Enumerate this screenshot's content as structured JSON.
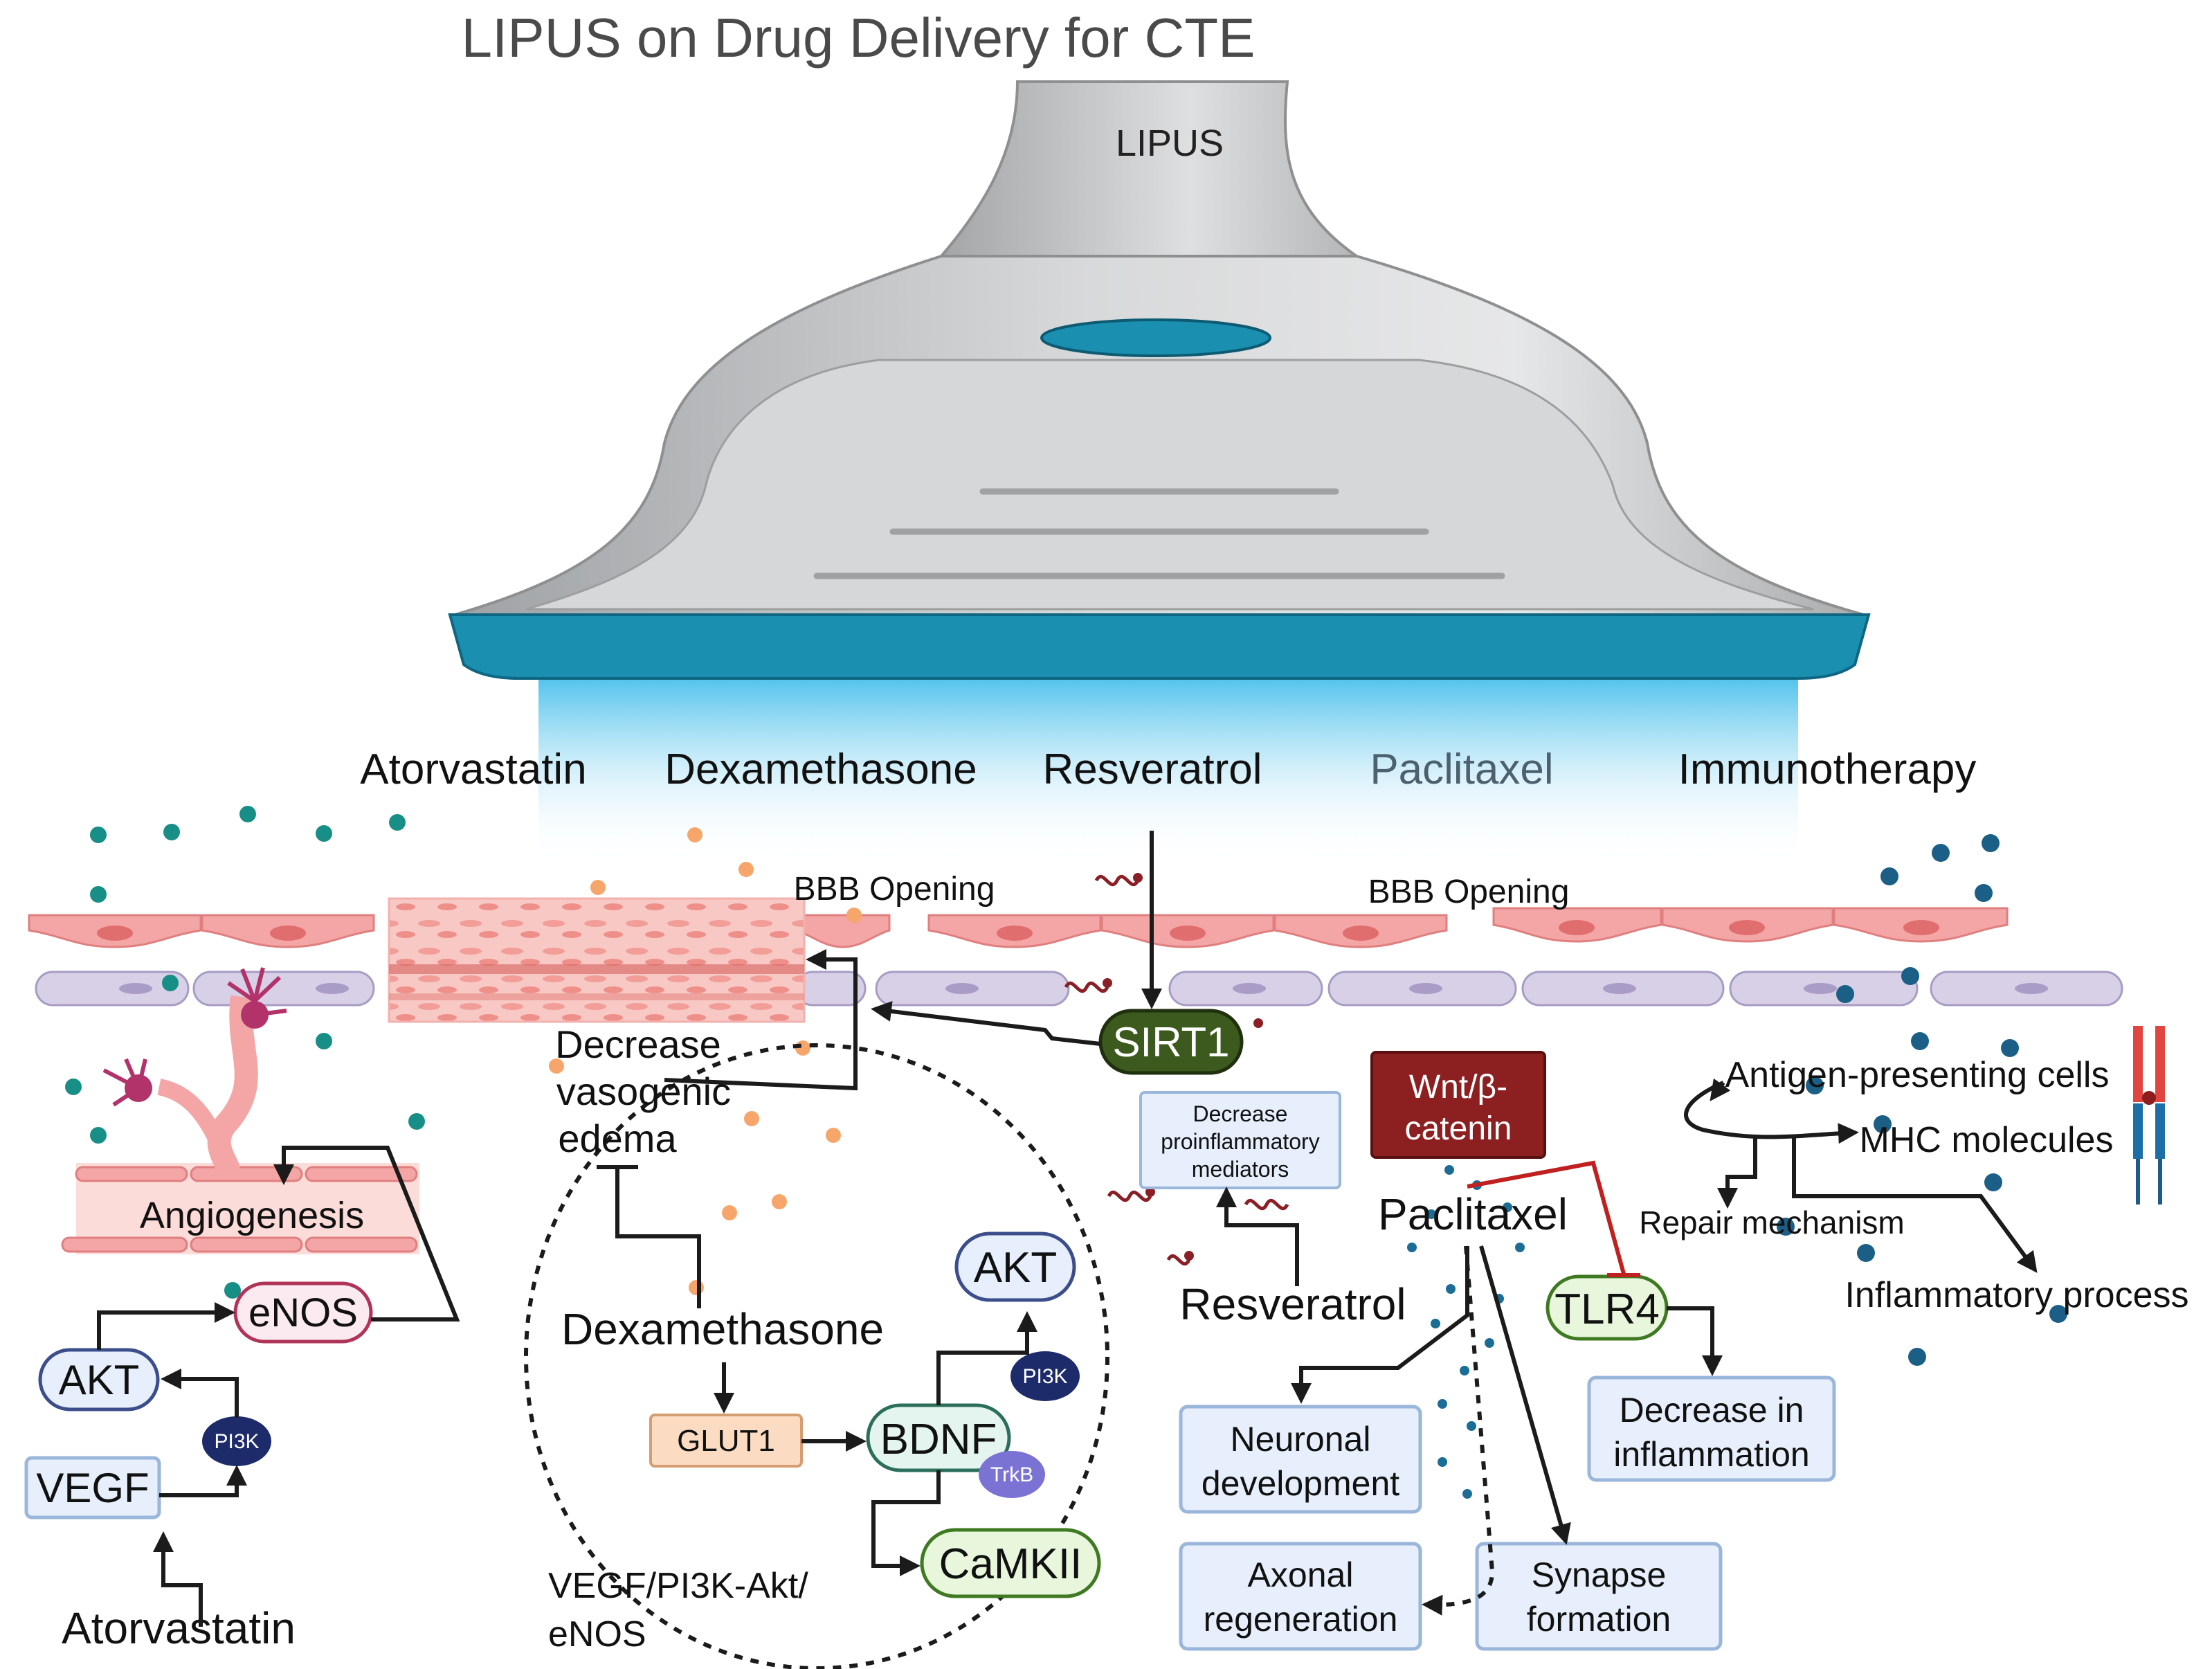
{
  "title": "LIPUS on Drug Delivery for CTE",
  "device": {
    "label": "LIPUS"
  },
  "drugs": {
    "atorvastatin": "Atorvastatin",
    "dexamethasone": "Dexamethasone",
    "resveratrol": "Resveratrol",
    "paclitaxel": "Paclitaxel",
    "immunotherapy": "Immunotherapy"
  },
  "bbb": {
    "left": "BBB Opening",
    "right": "BBB Opening"
  },
  "atorvastatin_path": {
    "angiogenesis": "Angiogenesis",
    "enos": "eNOS",
    "akt": "AKT",
    "pi3k": "PI3K",
    "vegf": "VEGF",
    "source": "Atorvastatin"
  },
  "dexamethasone_path": {
    "edema_1": "Decrease",
    "edema_2": "vasogenic",
    "edema_3": "edema",
    "drug": "Dexamethasone",
    "akt": "AKT",
    "pi3k": "PI3K",
    "glut1": "GLUT1",
    "bdnf": "BDNF",
    "trkb": "TrkB",
    "camkii": "CaMKII",
    "pathway_1": "VEGF/PI3K-Akt/",
    "pathway_2": "eNOS"
  },
  "resveratrol_path": {
    "sirt1": "SIRT1",
    "mediators_1": "Decrease",
    "mediators_2": "proinflammatory",
    "mediators_3": "mediators",
    "source": "Resveratrol"
  },
  "paclitaxel_path": {
    "wnt_1": "Wnt/β-",
    "wnt_2": "catenin",
    "drug": "Paclitaxel",
    "tlr4": "TLR4",
    "dec_infl_1": "Decrease in",
    "dec_infl_2": "inflammation",
    "neuronal_1": "Neuronal",
    "neuronal_2": "development",
    "axonal_1": "Axonal",
    "axonal_2": "regeneration",
    "synapse_1": "Synapse",
    "synapse_2": "formation"
  },
  "immuno_path": {
    "apc": "Antigen-presenting cells",
    "mhc": "MHC molecules",
    "repair": "Repair mechanism",
    "inflammatory": "Inflammatory process"
  },
  "colors": {
    "probe_body": "#c9cacb",
    "probe_blue": "#1a8fb0",
    "endothelial": "#f4a5a5",
    "pericyte": "#d7d0e6",
    "node_fill": "#e6effb",
    "node_stroke": "#9ab6da",
    "sirt1": "#3c5a1e",
    "wnt": "#8c2020",
    "inhibit": "#c0201f"
  }
}
